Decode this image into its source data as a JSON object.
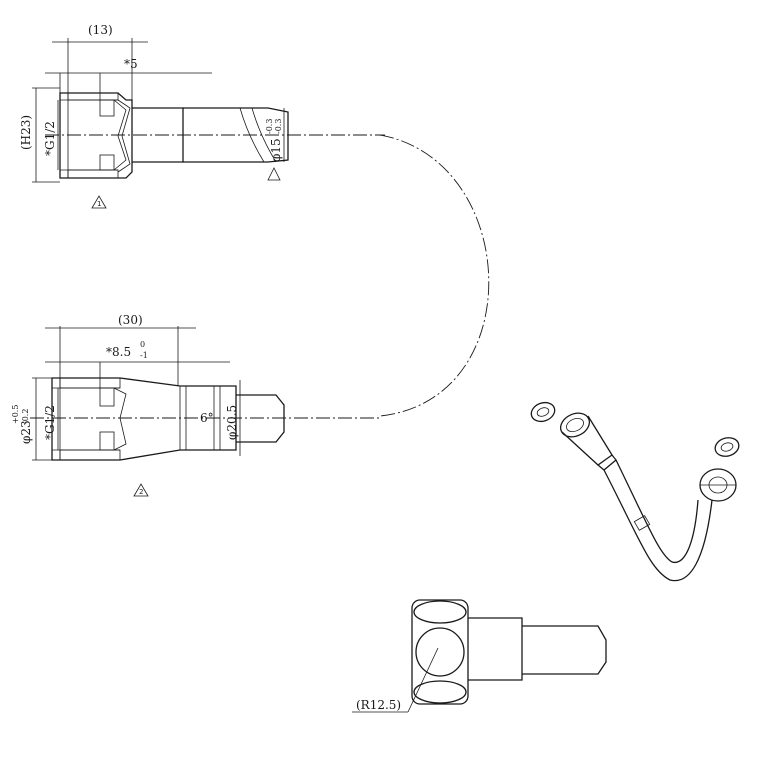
{
  "dimensions": {
    "top_width": "(13)",
    "top_depth": "*5",
    "top_hex": "(H23)",
    "top_thread": "*G1/2",
    "top_tube": "φ15",
    "top_tube_tol_upper": "-0.3",
    "top_tube_tol_lower": "-0.3",
    "bottom_width": "(30)",
    "bottom_depth": "*8.5",
    "bottom_depth_tol_upper": "0",
    "bottom_depth_tol_lower": "-1",
    "bottom_outer": "φ23",
    "bottom_outer_tol_upper": "+0.5",
    "bottom_outer_tol_lower": "-0.2",
    "bottom_thread": "*G1/2",
    "bottom_angle": "6°",
    "bottom_tube": "φ20.5",
    "banjo_radius": "(R12.5)"
  },
  "markers": {
    "marker_1": "1",
    "marker_2": "2"
  }
}
